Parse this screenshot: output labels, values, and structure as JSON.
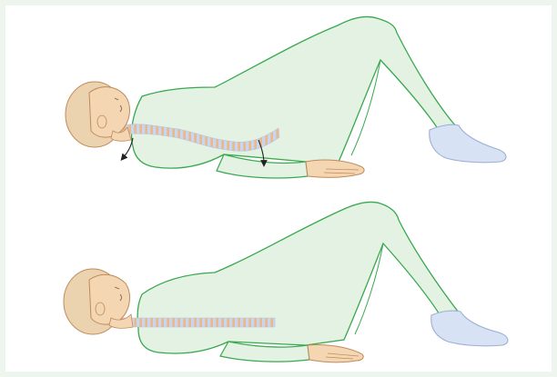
{
  "figure": {
    "background": "#edf5ee",
    "panels": [
      {
        "pose": "lumbar-arched",
        "arrows": 2
      },
      {
        "pose": "lumbar-flat",
        "arrows": 0
      }
    ]
  },
  "colors": {
    "suit_fill": "#e3f2e2",
    "suit_stroke": "#3aa850",
    "skin_fill": "#f4d6b2",
    "skin_stroke": "#c08a5a",
    "hair_fill": "#ecd3b0",
    "sock_fill": "#d7e3f4",
    "sock_stroke": "#9db0d4",
    "spine_light": "#c7d6f2",
    "spine_dark": "#e8b98c"
  },
  "icons": {
    "arrow": "curved-arrow-down-icon"
  }
}
